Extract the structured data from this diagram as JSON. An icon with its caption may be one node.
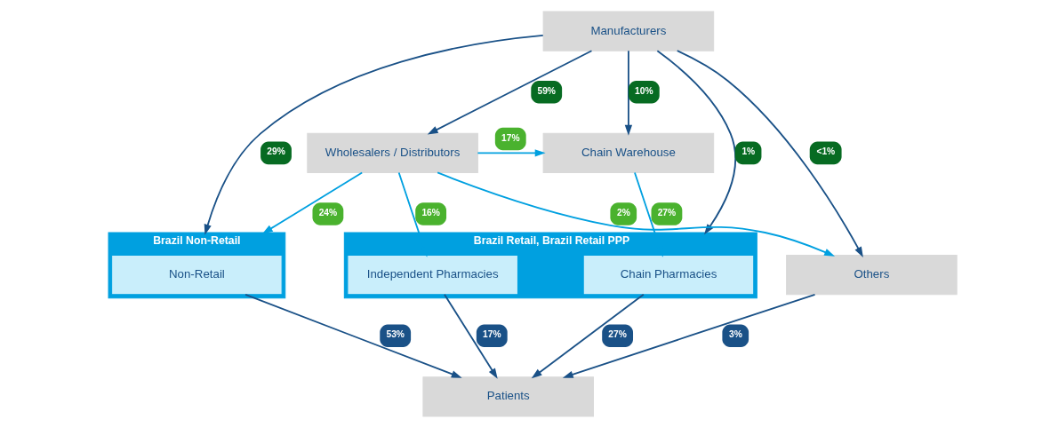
{
  "diagram": {
    "nodes": [
      {
        "text": [
          "Manufacturers"
        ]
      },
      {
        "text": [
          "Chain Warehouse"
        ]
      },
      {
        "text": [
          "Wholesalers / Distributors"
        ]
      },
      {
        "text": [
          "Brazil Retail, Brazil Retail PPP"
        ]
      },
      {
        "text": [
          "Chain Pharmacies"
        ],
        "in": 3
      },
      {
        "text": [
          "Independent Pharmacies"
        ],
        "in": 3
      },
      {
        "text": [
          "Brazil Non-Retail"
        ]
      },
      {
        "text": [
          "Non-Retail"
        ],
        "in": 6
      },
      {
        "text": [
          "Others"
        ]
      },
      {
        "text": [
          "Patients"
        ]
      }
    ],
    "edges": [
      {
        "from": 0,
        "to": 1,
        "arrow": "to",
        "label": "10%"
      },
      {
        "from": 0,
        "to": 2,
        "arrow": "to",
        "label": "59%"
      },
      {
        "from": 2,
        "to": 1,
        "arrow": "to",
        "label": "17%",
        "color": "#00a0e0"
      },
      {
        "from": 1,
        "to": 4,
        "arrow": "to",
        "label": "27%",
        "color": "#00a0e0"
      },
      {
        "from": 0,
        "to": 3,
        "arrow": "to",
        "label": "1%"
      },
      {
        "from": 2,
        "to": 5,
        "arrow": "to",
        "label": "16%",
        "color": "#00a0e0"
      },
      {
        "from": 2,
        "to": 6,
        "arrow": "to",
        "label": "24%",
        "color": "#00a0e0"
      },
      {
        "from": 0,
        "to": 6,
        "arrow": "to",
        "label": "29%"
      },
      {
        "from": 2,
        "to": 8,
        "arrow": "to",
        "label": "2%",
        "color": "#00a0e0"
      },
      {
        "from": 0,
        "to": 8,
        "arrow": "to",
        "label": "<1%"
      },
      {
        "from": 4,
        "to": 9,
        "arrow": "to",
        "label": "27%"
      },
      {
        "from": 5,
        "to": 9,
        "arrow": "to",
        "label": "17%"
      },
      {
        "from": 7,
        "to": 9,
        "arrow": "to",
        "label": "53%"
      },
      {
        "from": 8,
        "to": 9,
        "arrow": "to",
        "label": "3%"
      }
    ]
  }
}
